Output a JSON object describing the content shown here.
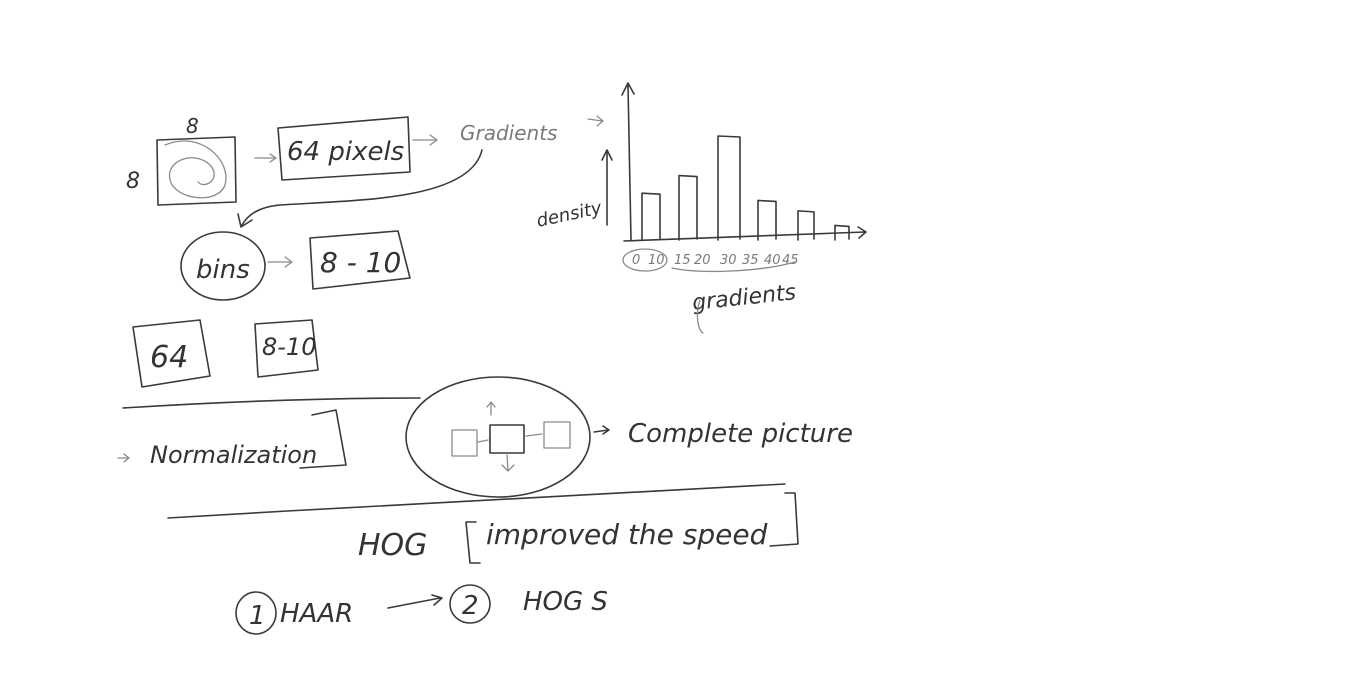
{
  "pixel_block": {
    "top": "8",
    "side": "8"
  },
  "pixels_box": "64 pixels",
  "gradients_top": "Gradients",
  "bins": "bins",
  "bins_range": "8 - 10",
  "box_64": "64",
  "box_8_10": "8-10",
  "normalization": "Normalization",
  "complete_picture": "Complete picture",
  "hog_title": "HOG",
  "hog_bracket": "improved the speed",
  "step1_num": "1",
  "step1": "HAAR",
  "step2_num": "2",
  "step2": "HOG S",
  "histogram": {
    "ylabel": "density",
    "xlabel": "gradients",
    "tick_labels": [
      "0",
      "10",
      "15",
      "20",
      "30",
      "35",
      "40",
      "45"
    ],
    "bar_heights": [
      0.45,
      0.62,
      1.0,
      0.38,
      0.28,
      0.14
    ]
  }
}
